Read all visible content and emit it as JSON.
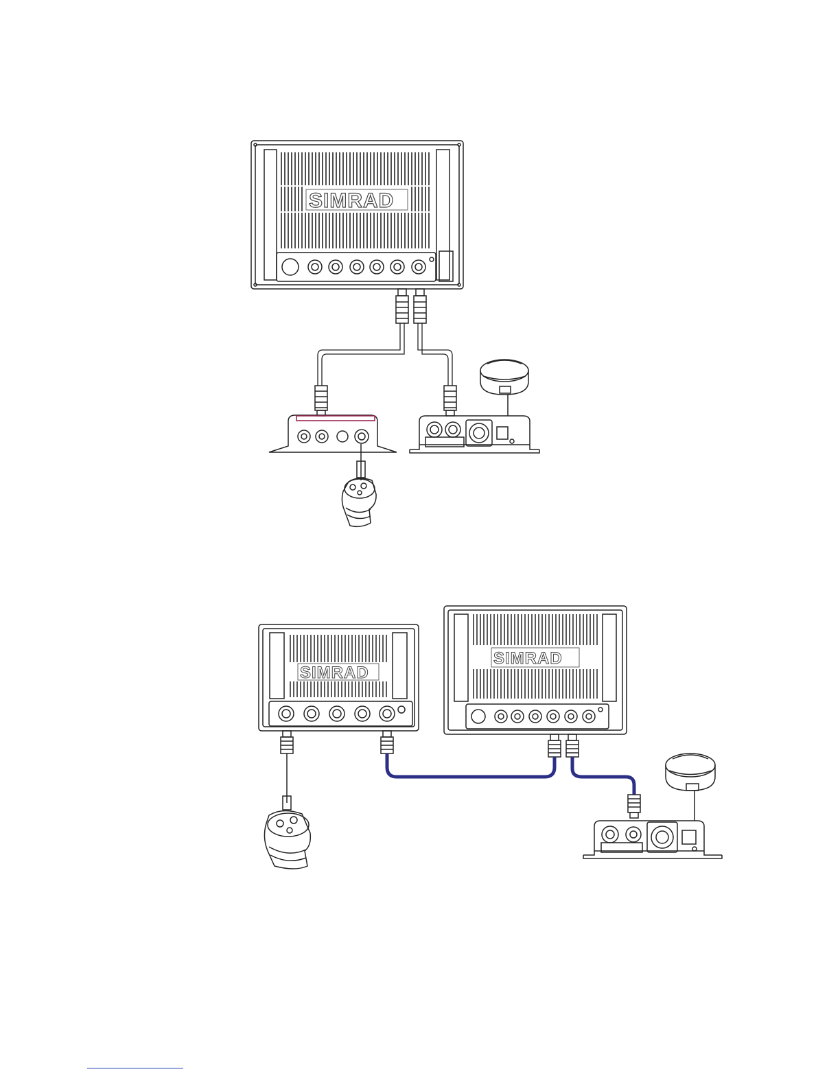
{
  "diagrams": [
    {
      "display": {
        "brand": "SIMRAD"
      }
    },
    {
      "display_small": {
        "brand": "SIMRAD"
      },
      "display_large": {
        "brand": "SIMRAD"
      }
    }
  ],
  "colors": {
    "line": "#222222",
    "ethernet_cable": "#2b2f86",
    "accent_strip": "#9a2a55",
    "footer_rule": "#1f3fae"
  }
}
